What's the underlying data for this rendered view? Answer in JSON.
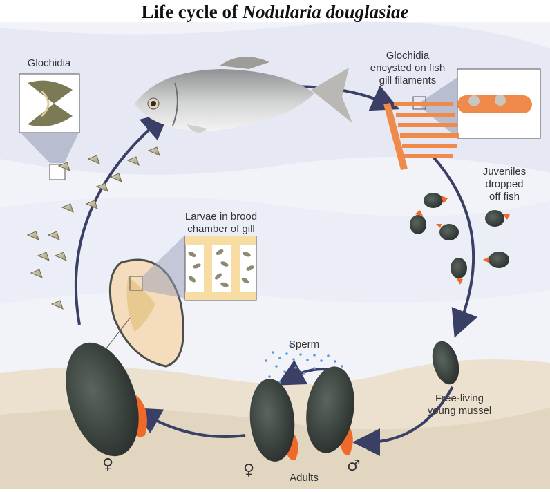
{
  "title": {
    "main": "Life cycle of ",
    "species": "Nodularia douglasiae"
  },
  "labels": {
    "glochidia": "Glochidia",
    "encysted_line1": "Glochidia",
    "encysted_line2": "encysted on fish",
    "encysted_line3": "gill filaments",
    "juveniles_line1": "Juveniles",
    "juveniles_line2": "dropped",
    "juveniles_line3": "off fish",
    "larvae_line1": "Larvae in brood",
    "larvae_line2": "chamber of gill",
    "sperm": "Sperm",
    "freeliving_line1": "Free-living",
    "freeliving_line2": "young mussel",
    "adults": "Adults",
    "female_symbol": "♀",
    "male_symbol": "♂"
  },
  "colors": {
    "sky_light": "#f2f3f9",
    "sky_band": "#e4e6f3",
    "sediment": "#ece1cf",
    "sediment_dark": "#e0d2bb",
    "arrow": "#3a3f66",
    "shell": "#3e4642",
    "foot": "#ef6a2a",
    "fish_body": "#b9babb",
    "gill": "#f08a4a",
    "sperm": "#5a9ad8"
  }
}
